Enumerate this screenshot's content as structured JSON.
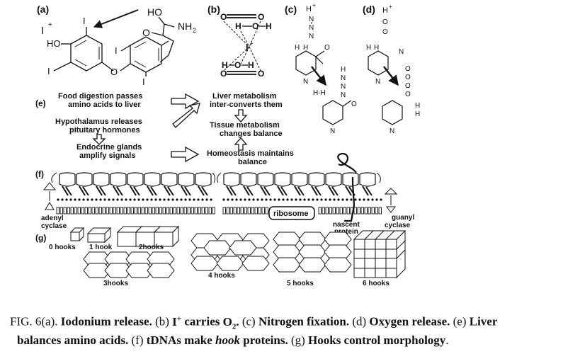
{
  "panels": {
    "a": "(a)",
    "b": "(b)",
    "c": "(c)",
    "d": "(d)",
    "e": "(e)",
    "f": "(f)",
    "g": "(g)"
  },
  "molecule_a": {
    "iplus": "I",
    "ho_top": "HO",
    "o_top": "O",
    "nh2": "NH",
    "ho_ring": "HO",
    "i": "I",
    "o_bridge": "O"
  },
  "molecule_b": {
    "o": "O",
    "h": "H",
    "i": "I"
  },
  "molecule_cd": {
    "hplus": "H",
    "n": "N",
    "h": "H",
    "o": "O",
    "hh": "H-H"
  },
  "flow": {
    "food": [
      "Food digestion passes",
      "amino acids to liver"
    ],
    "liver": [
      "Liver metabolism",
      "inter-converts them"
    ],
    "hypo": [
      "Hypothalamus releases",
      "pituitary hormones"
    ],
    "tissue": [
      "Tissue metabolism",
      "changes balance"
    ],
    "endocrine": [
      "Endocrine glands",
      "amplify signals"
    ],
    "homeo": [
      "Homeostasis maintains",
      "balance"
    ]
  },
  "panel_f": {
    "adenyl": [
      "adenyl",
      "cyclase"
    ],
    "ribosome": "ribosome",
    "nascent": [
      "nascent",
      "protein"
    ],
    "guanyl": [
      "guanyl",
      "cyclase"
    ]
  },
  "panel_g": {
    "h0": "0 hooks",
    "h1": "1 hook",
    "h2": "2hooks",
    "h3": "3hooks",
    "h4": "4 hooks",
    "h5": "5 hooks",
    "h6": "6 hooks"
  },
  "caption": {
    "fig": "FIG. 6(a).",
    "a": "Iodonium release.",
    "b_pre": "(b)",
    "b_i": "I",
    "b_sup": "+",
    "b_carries": "carries",
    "b_o2": "O",
    "b_sub": "2",
    "b_dot": ".",
    "c_pre": "(c)",
    "c": "Nitrogen fixation.",
    "d_pre": "(d)",
    "d": "Oxygen release.",
    "e_pre": "(e)",
    "e": "Liver",
    "line2_a": "balances amino acids.",
    "f_pre": "(f)",
    "f_a": "tDNAs make",
    "f_hook": "hook",
    "f_b": "proteins.",
    "g_pre": "(g)",
    "g": "Hooks control morphology",
    "end": "."
  }
}
